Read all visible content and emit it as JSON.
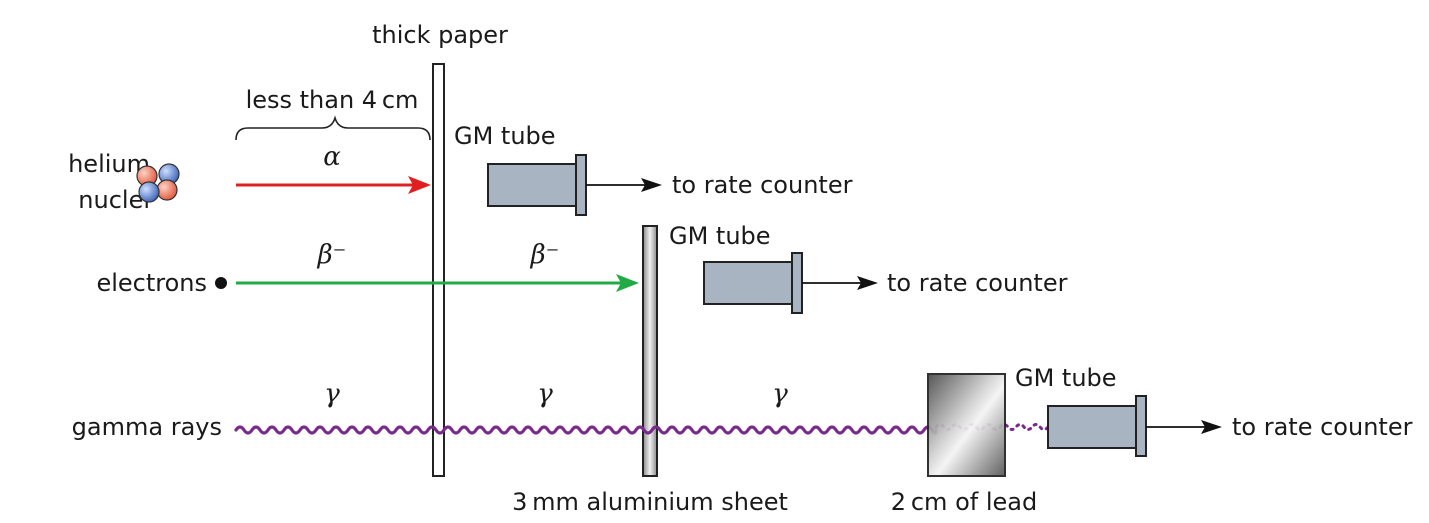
{
  "labels": {
    "thick_paper": "thick paper",
    "range": "less than 4 cm",
    "helium_line1": "helium",
    "helium_line2": "nuclei",
    "alpha": "α",
    "beta_1": "β⁻",
    "beta_2": "β⁻",
    "electrons": "electrons",
    "gamma_rays": "gamma rays",
    "gamma_1": "γ",
    "gamma_2": "γ",
    "gamma_3": "γ",
    "aluminium": "3 mm aluminium sheet",
    "lead": "2 cm of lead",
    "gm_tube_1": "GM tube",
    "gm_tube_2": "GM tube",
    "gm_tube_3": "GM tube",
    "rate_counter_1": "to rate counter",
    "rate_counter_2": "to rate counter",
    "rate_counter_3": "to rate counter"
  },
  "colors": {
    "alpha_ray": "#e02020",
    "beta_ray": "#22aa44",
    "gamma_ray": "#7a2a8c",
    "gm_tube_body": "#a9b4c2",
    "proton": "#e8735a",
    "neutron": "#5a7fc8"
  }
}
